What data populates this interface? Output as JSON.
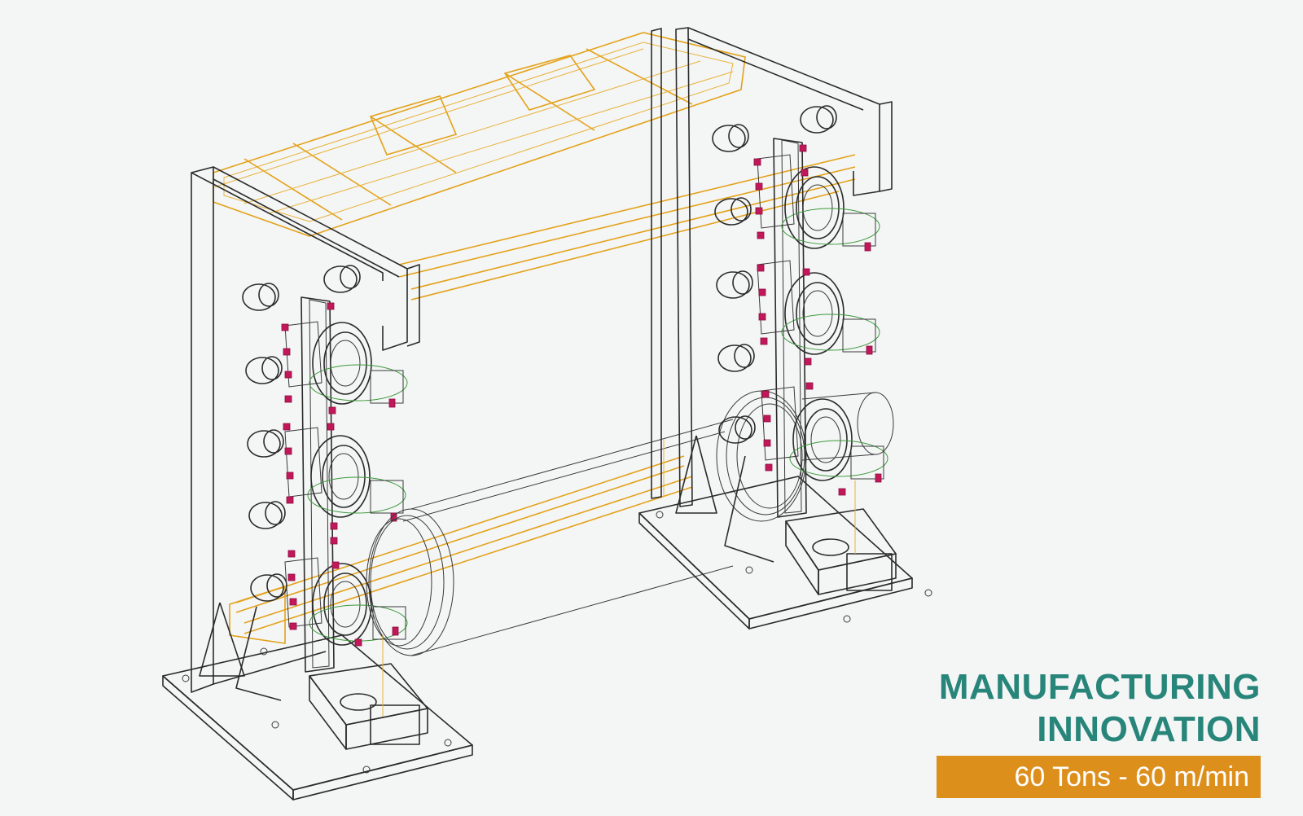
{
  "headline": {
    "line1": "MANUFACTURING",
    "line2": "INNOVATION"
  },
  "spec": "60 Tons - 60 m/min",
  "colors": {
    "heading": "#28857a",
    "badge": "#dd8f1c",
    "frame_lines": "#2b2b2b",
    "beam_lines": "#e3a21a",
    "bolts": "#c2185b"
  }
}
